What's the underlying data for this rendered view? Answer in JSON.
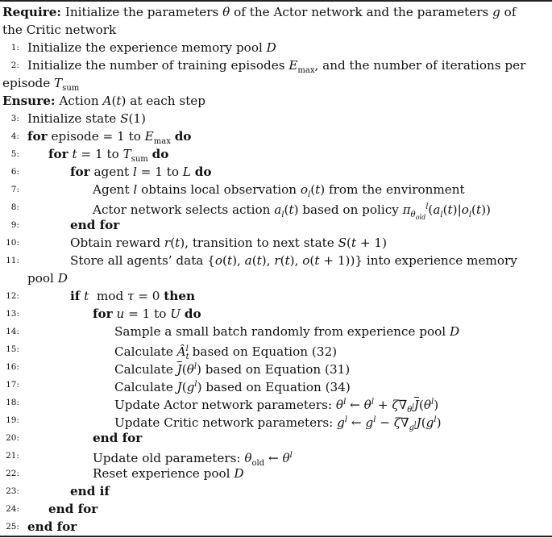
{
  "require": {
    "keyword": "Require:",
    "text": "Initialize the parameters θ of the Actor network and the parameters g of",
    "cont": "the Critic network"
  },
  "ensure": {
    "keyword": "Ensure:",
    "text": "Action A(t) at each step"
  },
  "lines": [
    {
      "n": "1:",
      "text": "Initialize the experience memory pool D"
    },
    {
      "n": "2:",
      "text": "Initialize the number of training episodes E_max, and the number of iterations per",
      "cont": "episode T_sum"
    },
    {
      "n": "3:",
      "text": "Initialize state S(1)"
    },
    {
      "n": "4:",
      "kw": "for",
      "text": " episode = 1 to E_max ",
      "kw2": "do"
    },
    {
      "n": "5:",
      "kw": "for",
      "text": " t = 1 to T_sum ",
      "kw2": "do"
    },
    {
      "n": "6:",
      "kw": "for",
      "text": " agent l = 1 to L ",
      "kw2": "do"
    },
    {
      "n": "7:",
      "text": "Agent l obtains local observation o_l(t) from the environment"
    },
    {
      "n": "8:",
      "text": "Actor network selects action a_l(t) based on policy π_θold^l(a_l(t)|o_l(t))"
    },
    {
      "n": "9:",
      "kw": "end for"
    },
    {
      "n": "10:",
      "text": "Obtain reward r(t), transition to next state S(t + 1)"
    },
    {
      "n": "11:",
      "text": "Store all agents’ data {o(t), a(t), r(t), o(t + 1))} into experience memory",
      "cont": "pool D"
    },
    {
      "n": "12:",
      "kw": "if",
      "text": " t  mod τ = 0 ",
      "kw2": "then"
    },
    {
      "n": "13:",
      "kw": "for",
      "text": " u = 1 to U ",
      "kw2": "do"
    },
    {
      "n": "14:",
      "text": "Sample a small batch randomly from experience pool D"
    },
    {
      "n": "15:",
      "text": "Calculate Â_t^l based on Equation (32)"
    },
    {
      "n": "16:",
      "text": "Calculate J̄(θ^l) based on Equation (31)"
    },
    {
      "n": "17:",
      "text": "Calculate J(g^l) based on Equation (34)"
    },
    {
      "n": "18:",
      "text": "Update Actor network parameters: θ^l ← θ^l + ζ∇_θ^l J̄(θ^l)"
    },
    {
      "n": "19:",
      "text": "Update Critic network parameters: g^l ← g^l − ζ∇_g^l J(g^l)"
    },
    {
      "n": "20:",
      "kw": "end for"
    },
    {
      "n": "21:",
      "text": "Update old parameters: θ_old ← θ^l"
    },
    {
      "n": "22:",
      "text": "Reset experience pool D"
    },
    {
      "n": "23:",
      "kw": "end if"
    },
    {
      "n": "24:",
      "kw": "end for"
    },
    {
      "n": "25:",
      "kw": "end for"
    }
  ]
}
